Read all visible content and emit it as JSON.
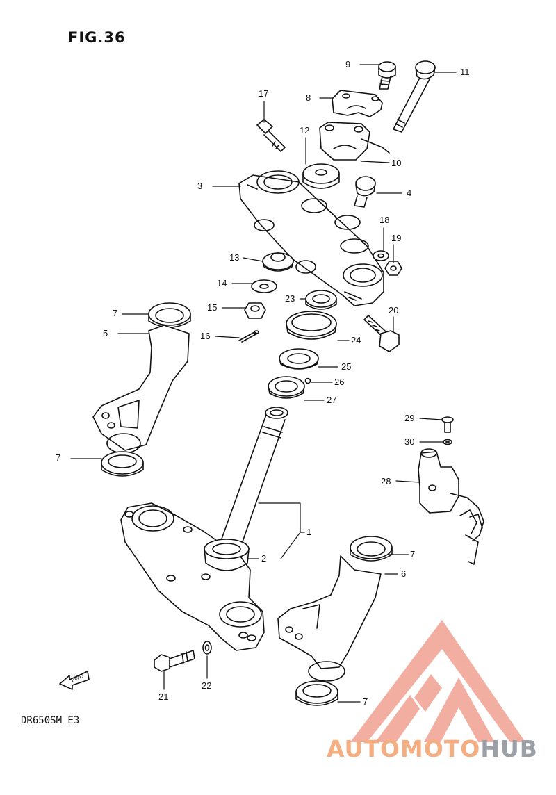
{
  "figure_title": "FIG.36",
  "model_code": "DR650SM E3",
  "fwd_marker": "FWD",
  "watermark": {
    "part1": "AUTOMOTO",
    "part2": "HUB",
    "color_primary": "#f5ad82",
    "color_secondary": "#9aa0a6",
    "logo_color": "#f0a090"
  },
  "callouts": [
    {
      "id": "c1",
      "label": "1"
    },
    {
      "id": "c2",
      "label": "2"
    },
    {
      "id": "c3",
      "label": "3"
    },
    {
      "id": "c4",
      "label": "4"
    },
    {
      "id": "c5",
      "label": "5"
    },
    {
      "id": "c6",
      "label": "6"
    },
    {
      "id": "c7a",
      "label": "7"
    },
    {
      "id": "c7b",
      "label": "7"
    },
    {
      "id": "c7c",
      "label": "7"
    },
    {
      "id": "c7d",
      "label": "7"
    },
    {
      "id": "c8",
      "label": "8"
    },
    {
      "id": "c9",
      "label": "9"
    },
    {
      "id": "c10",
      "label": "10"
    },
    {
      "id": "c11",
      "label": "11"
    },
    {
      "id": "c12",
      "label": "12"
    },
    {
      "id": "c13",
      "label": "13"
    },
    {
      "id": "c14",
      "label": "14"
    },
    {
      "id": "c15",
      "label": "15"
    },
    {
      "id": "c16",
      "label": "16"
    },
    {
      "id": "c17",
      "label": "17"
    },
    {
      "id": "c18",
      "label": "18"
    },
    {
      "id": "c19",
      "label": "19"
    },
    {
      "id": "c20",
      "label": "20"
    },
    {
      "id": "c21",
      "label": "21"
    },
    {
      "id": "c22",
      "label": "22"
    },
    {
      "id": "c23",
      "label": "23"
    },
    {
      "id": "c24",
      "label": "24"
    },
    {
      "id": "c25",
      "label": "25"
    },
    {
      "id": "c26",
      "label": "26"
    },
    {
      "id": "c27",
      "label": "27"
    },
    {
      "id": "c28",
      "label": "28"
    },
    {
      "id": "c29",
      "label": "29"
    },
    {
      "id": "c30",
      "label": "30"
    }
  ]
}
